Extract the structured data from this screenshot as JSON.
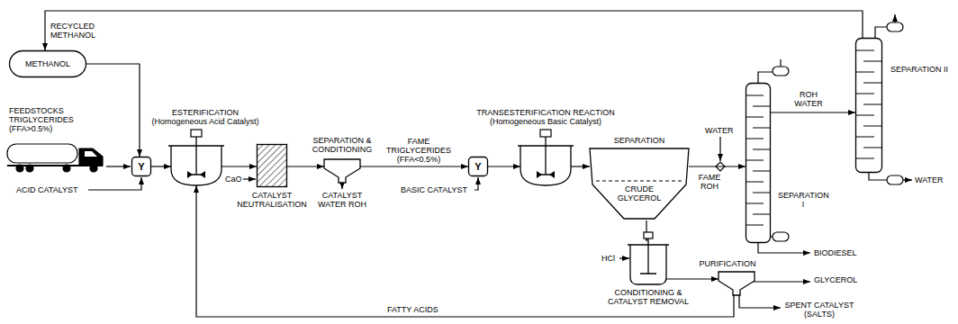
{
  "diagram": {
    "nodes": [
      {
        "text": [
          "METHANOL"
        ]
      },
      {
        "text": [
          "Y"
        ]
      },
      {
        "text": [
          "ESTERIFICATION (Homogeneous Acid Catalyst)"
        ]
      },
      {
        "text": [
          "CATALYST NEUTRALISATION"
        ]
      },
      {
        "text": [
          "SEPARATION & CONDITIONING"
        ]
      },
      {
        "text": [
          "Y"
        ]
      },
      {
        "text": [
          "TRANSESTERIFICATION REACTION (Homogeneous Basic Catalyst)"
        ]
      },
      {
        "text": [
          "SEPARATION",
          "CRUDE GLYCEROL"
        ]
      },
      {
        "text": [
          "SEPARATION I"
        ]
      },
      {
        "text": [
          "SEPARATION II"
        ]
      },
      {
        "text": [
          "CONDITIONING & CATALYST REMOVAL"
        ]
      },
      {
        "text": [
          "PURIFICATION"
        ]
      }
    ],
    "edges": [
      {
        "from": 9,
        "to": 0,
        "label": "RECYCLED METHANOL",
        "arrow": "to"
      },
      {
        "from": 0,
        "to": 1,
        "arrow": "to"
      },
      {
        "from": 1,
        "to": 2,
        "arrow": "to"
      },
      {
        "from": 2,
        "to": 3,
        "arrow": "to"
      },
      {
        "from": 3,
        "to": 4,
        "arrow": "to"
      },
      {
        "from": 4,
        "to": 5,
        "label": "FAME TRIGLYCERIDES (FFA<0.5%)",
        "arrow": "to"
      },
      {
        "from": 5,
        "to": 6,
        "arrow": "to"
      },
      {
        "from": 6,
        "to": 7,
        "arrow": "to"
      },
      {
        "from": 7,
        "to": 8,
        "label": "FAME ROH",
        "arrow": "to"
      },
      {
        "from": 8,
        "to": 9,
        "label": "ROH WATER",
        "arrow": "to"
      },
      {
        "from": 7,
        "to": 10,
        "arrow": "to"
      },
      {
        "from": 10,
        "to": 11,
        "arrow": "to"
      },
      {
        "from": 11,
        "to": 2,
        "label": "FATTY ACIDS",
        "arrow": "to"
      }
    ],
    "labels": [
      "FEEDSTOCKS TRIGLYCERIDES (FFA>0.5%)",
      "ACID CATALYST",
      "CaO",
      "CATALYST WATER ROH",
      "BASIC CATALYST",
      "WATER",
      "BIODIESEL",
      "WATER",
      "HCl",
      "GLYCEROL",
      "SPENT CATALYST (SALTS)"
    ]
  }
}
